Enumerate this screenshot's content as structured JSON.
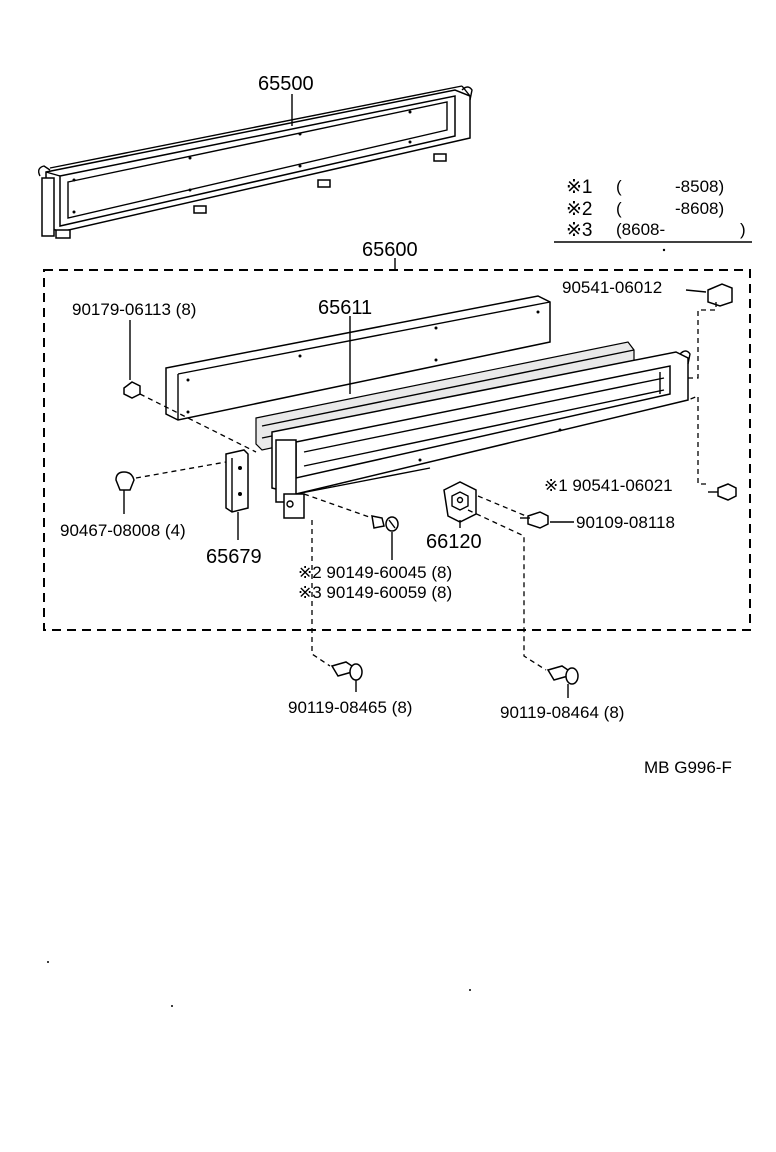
{
  "diagram": {
    "drawing_code": "MB G996-F",
    "legend": [
      {
        "mark": "※1",
        "open": "(",
        "range": "-8508)"
      },
      {
        "mark": "※2",
        "open": "(",
        "range": "-8608)"
      },
      {
        "mark": "※3",
        "open": "(8608-",
        "range": ")"
      }
    ],
    "parts": {
      "p65500": "65500",
      "p65600": "65600",
      "p65611": "65611",
      "p65679": "65679",
      "p66120": "66120",
      "p90541_06012": "90541-06012",
      "p90541_06021": "※1 90541-06021",
      "p90179_06113": "90179-06113 (8)",
      "p90467_08008": "90467-08008 (4)",
      "p90109_08118": "90109-08118",
      "p90149_60045": "※2 90149-60045 (8)",
      "p90149_60059": "※3 90149-60059 (8)",
      "p90119_08465": "90119-08465 (8)",
      "p90119_08464": "90119-08464 (8)"
    }
  }
}
